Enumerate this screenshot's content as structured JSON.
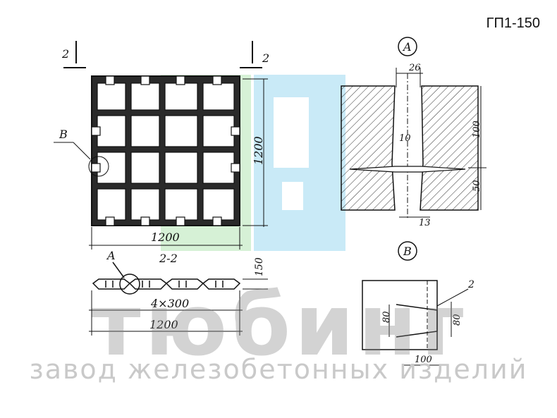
{
  "code": "ГП1-150",
  "section_mark": "2",
  "section_title": "2-2",
  "detail_a": "A",
  "detail_b": "B",
  "leader_b": "B",
  "leader_a": "A",
  "dims": {
    "plan_width": "1200",
    "plan_height": "1200",
    "section_thickness": "150",
    "section_grid": "4×300",
    "section_length": "1200",
    "a_gap_top": "26",
    "a_gap_mid": "10",
    "a_height_top": "100",
    "a_height_bottom": "50",
    "a_gap_bottom": "13",
    "b_height_left": "80",
    "b_height_right": "80",
    "b_width": "100",
    "b_callout": "2"
  },
  "watermark": "тюбинг",
  "tagline": "завод железобетонных изделий",
  "colors": {
    "line": "#111111",
    "logo_green": "#c8ecc8",
    "logo_blue": "#bfe6f6",
    "watermark": "#8a8a8a"
  }
}
